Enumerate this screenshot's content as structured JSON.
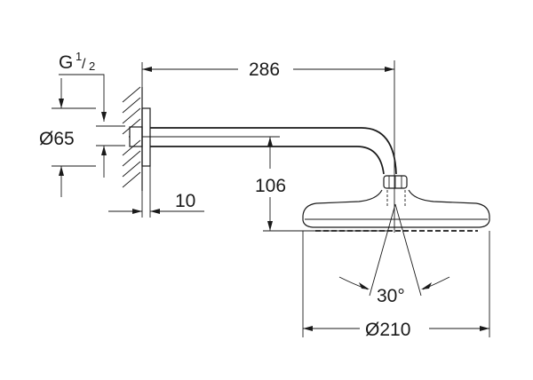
{
  "drawing": {
    "type": "technical dimension drawing",
    "subject": "wall-mounted shower arm with head shower",
    "dimensions": {
      "thread": {
        "label_main": "G",
        "label_num": "1",
        "label_den": "2"
      },
      "flange_diameter": "Ø65",
      "wall_offset": "10",
      "arm_length": "286",
      "vertical_drop": "106",
      "spray_angle": "30°",
      "head_diameter": "Ø210"
    }
  }
}
